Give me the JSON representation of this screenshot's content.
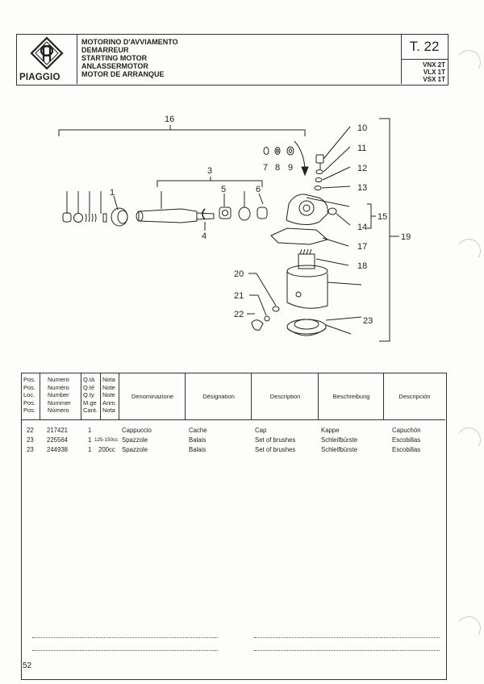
{
  "header": {
    "brand": "PIAGGIO",
    "title_lines": [
      "MOTORINO D'AVVIAMENTO",
      "DEMARREUR",
      "STARTING MOTOR",
      "ANLASSERMOTOR",
      "MOTOR DE ARRANQUE"
    ],
    "table_code": "T. 22",
    "models": [
      "VNX 2T",
      "VLX 1T",
      "VSX 1T"
    ]
  },
  "diagram": {
    "callouts": [
      "1",
      "3",
      "4",
      "5",
      "6",
      "7",
      "8",
      "9",
      "10",
      "11",
      "12",
      "13",
      "14",
      "15",
      "16",
      "17",
      "18",
      "19",
      "20",
      "21",
      "22",
      "23"
    ]
  },
  "parts_table": {
    "headers": {
      "pos": [
        "Pos.",
        "Pos.",
        "Loc.",
        "Pos.",
        "Pos."
      ],
      "numero": [
        "Numero",
        "Numéro",
        "Number",
        "Nummer",
        "Número"
      ],
      "qta": [
        "Q.tà",
        "Q.té",
        "Q.ty",
        "M.ge",
        "Cant."
      ],
      "nota": [
        "Nota",
        "Note",
        "Note",
        "Anm.",
        "Nota"
      ],
      "denominazione": "Denominazione",
      "designation": "Désignation",
      "description": "Description",
      "beschreibung": "Beschreibung",
      "descripcion": "Descripción"
    },
    "rows": [
      {
        "pos": "22",
        "numero": "217421",
        "qta": "1",
        "nota": "",
        "it": "Cappuccio",
        "fr": "Cache",
        "en": "Cap",
        "de": "Kappe",
        "es": "Capuchón"
      },
      {
        "pos": "23",
        "numero": "225564",
        "qta": "1",
        "nota": "125-150cc",
        "it": "Spazzole",
        "fr": "Balais",
        "en": "Set of brushes",
        "de": "Schleifbürste",
        "es": "Escobillas"
      },
      {
        "pos": "23",
        "numero": "244938",
        "qta": "1",
        "nota": "200cc",
        "it": "Spazzole",
        "fr": "Balais",
        "en": "Set of brushes",
        "de": "Schleifbürste",
        "es": "Escobillas"
      }
    ]
  },
  "footer": {
    "page_number": "52"
  }
}
